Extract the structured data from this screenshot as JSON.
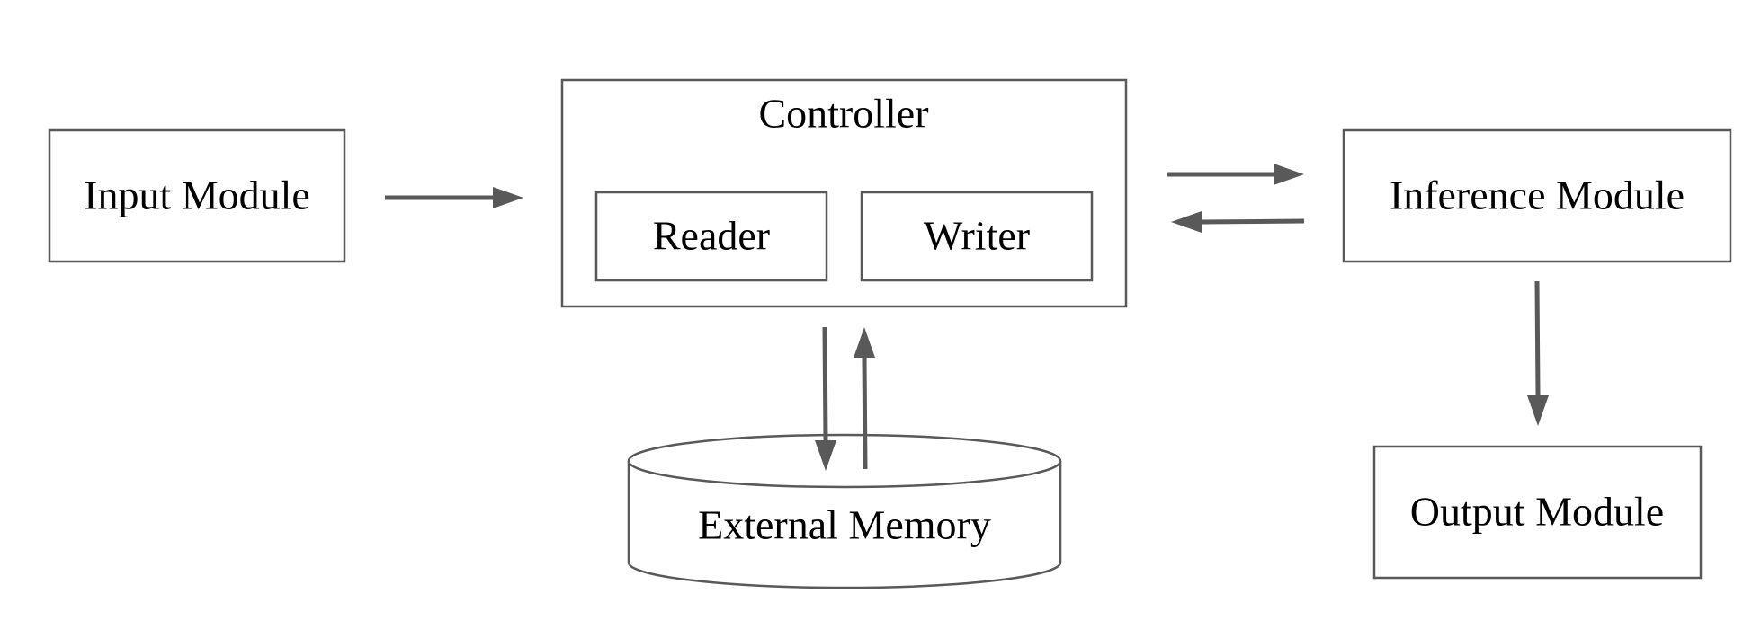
{
  "nodes": {
    "input": {
      "label": "Input Module"
    },
    "controller": {
      "label": "Controller"
    },
    "reader": {
      "label": "Reader"
    },
    "writer": {
      "label": "Writer"
    },
    "inference": {
      "label": "Inference Module"
    },
    "memory": {
      "label": "External Memory"
    },
    "output": {
      "label": "Output Module"
    }
  },
  "edges": [
    {
      "from": "input",
      "to": "controller"
    },
    {
      "from": "controller",
      "to": "inference"
    },
    {
      "from": "inference",
      "to": "controller"
    },
    {
      "from": "controller",
      "to": "memory"
    },
    {
      "from": "memory",
      "to": "controller"
    },
    {
      "from": "inference",
      "to": "output"
    }
  ],
  "colors": {
    "stroke": "#595959",
    "text": "#000000",
    "background": "#ffffff"
  }
}
